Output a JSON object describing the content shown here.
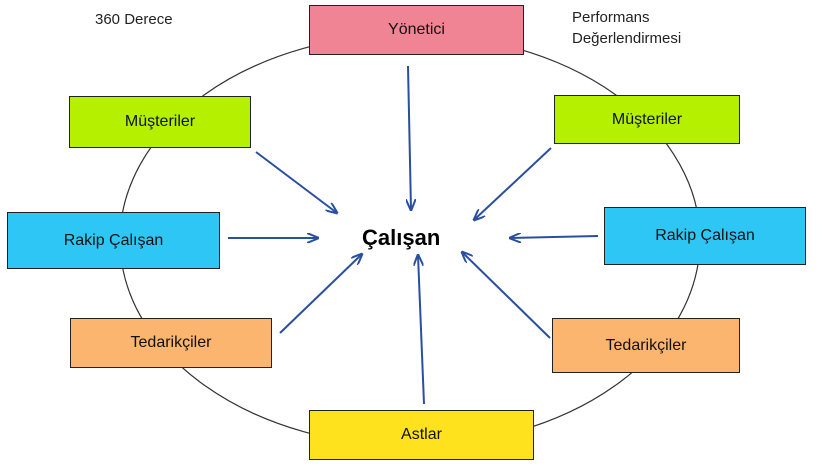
{
  "captions": {
    "left": "360 Derece",
    "right_line1": "Performans",
    "right_line2": "Değerlendirmesi"
  },
  "center_label": "Çalışan",
  "nodes": {
    "top": "Yönetici",
    "left_top": "Müşteriler",
    "right_top": "Müşteriler",
    "left_mid": "Rakip Çalışan",
    "right_mid": "Rakip Çalışan",
    "left_low": "Tedarikçiler",
    "right_low": "Tedarikçiler",
    "bottom": "Astlar"
  },
  "colors": {
    "manager": "#f08394",
    "customers": "#b5f000",
    "peers": "#2ec6f5",
    "suppliers": "#fbb56e",
    "subordinates": "#ffe21e",
    "arrow": "#2a4fa0",
    "circle": "#333333"
  }
}
